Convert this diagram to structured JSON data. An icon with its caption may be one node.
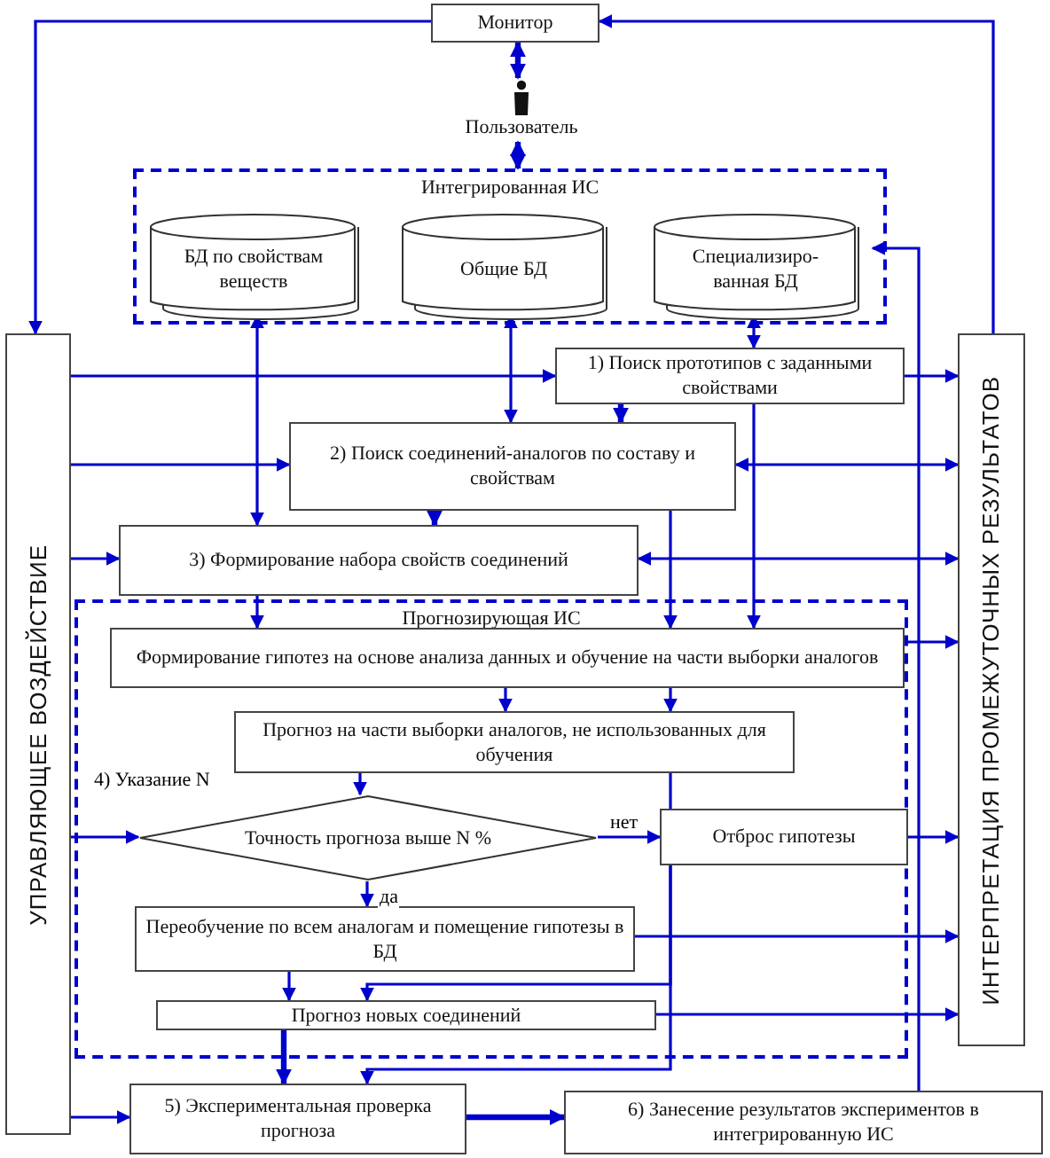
{
  "diagram": {
    "nodes": [
      {
        "text": [
          "Монитор"
        ]
      },
      {
        "text": [
          "Пользователь"
        ]
      },
      {
        "text": [
          "Интегрированная ИС"
        ]
      },
      {
        "text": [
          "БД по свойствам веществ"
        ],
        "in": 2
      },
      {
        "text": [
          "Общие БД"
        ],
        "in": 2
      },
      {
        "text": [
          "Специализиро- ванная БД"
        ],
        "in": 2
      },
      {
        "text": [
          "УПРАВЛЯЮЩЕЕ ВОЗДЕЙСТВИЕ"
        ]
      },
      {
        "text": [
          "ИНТЕРПРЕТАЦИЯ ПРОМЕЖУТОЧНЫХ РЕЗУЛЬТАТОВ"
        ]
      },
      {
        "text": [
          "1) Поиск прототипов с заданными свойствами"
        ]
      },
      {
        "text": [
          "2) Поиск соединений-аналогов по составу и свойствам"
        ]
      },
      {
        "text": [
          "3) Формирование набора свойств соединений"
        ]
      },
      {
        "text": [
          "Прогнозирующая ИС"
        ]
      },
      {
        "text": [
          "Формирование гипотез на основе анализа данных и обучение на части выборки аналогов"
        ],
        "in": 11
      },
      {
        "text": [
          "Прогноз на части выборки аналогов, не использованных для обучения"
        ],
        "in": 11
      },
      {
        "text": [
          "Точность прогноза выше N %"
        ],
        "in": 11
      },
      {
        "text": [
          "Отброс гипотезы"
        ],
        "in": 11
      },
      {
        "text": [
          "Переобучение по всем аналогам и помещение гипотезы в БД"
        ],
        "in": 11
      },
      {
        "text": [
          "Прогноз новых соединений"
        ],
        "in": 11
      },
      {
        "text": [
          "5) Экспериментальная проверка прогноза"
        ]
      },
      {
        "text": [
          "6) Занесение результатов экспериментов в интегрированную ИС"
        ]
      }
    ],
    "edges": [
      {
        "from": 0,
        "to": 6,
        "arrow": "to"
      },
      {
        "from": 7,
        "to": 0,
        "arrow": "to"
      },
      {
        "from": 0,
        "to": 1,
        "arrow": "both",
        "style": "thick"
      },
      {
        "from": 1,
        "to": 2,
        "arrow": "both",
        "style": "thick"
      },
      {
        "from": 3,
        "to": 10,
        "arrow": "both"
      },
      {
        "from": 4,
        "to": 9,
        "arrow": "both"
      },
      {
        "from": 5,
        "to": 8,
        "arrow": "both"
      },
      {
        "from": 8,
        "to": 12,
        "arrow": "to"
      },
      {
        "from": 6,
        "to": 8,
        "arrow": "to"
      },
      {
        "from": 6,
        "to": 9,
        "arrow": "to"
      },
      {
        "from": 6,
        "to": 10,
        "arrow": "to"
      },
      {
        "from": 8,
        "to": 7,
        "arrow": "to"
      },
      {
        "from": 9,
        "to": 7,
        "arrow": "both"
      },
      {
        "from": 10,
        "to": 7,
        "arrow": "both"
      },
      {
        "from": 8,
        "to": 9,
        "arrow": "to",
        "style": "thick"
      },
      {
        "from": 9,
        "to": 10,
        "arrow": "to",
        "style": "thick"
      },
      {
        "from": 9,
        "to": 12,
        "arrow": "to"
      },
      {
        "from": 10,
        "to": 12,
        "arrow": "to"
      },
      {
        "from": 12,
        "to": 7,
        "arrow": "to"
      },
      {
        "from": 12,
        "to": 13,
        "arrow": "to"
      },
      {
        "from": 12,
        "to": 13,
        "arrow": "to"
      },
      {
        "from": 13,
        "to": 14,
        "arrow": "to"
      },
      {
        "from": 6,
        "to": 14,
        "arrow": "to",
        "label": "4) Указание N"
      },
      {
        "from": 14,
        "to": 15,
        "arrow": "to",
        "label": "нет"
      },
      {
        "from": 14,
        "to": 16,
        "arrow": "to",
        "label": "да"
      },
      {
        "from": 13,
        "to": 15,
        "arrow": "none"
      },
      {
        "from": 15,
        "to": 7,
        "arrow": "to"
      },
      {
        "from": 16,
        "to": 7,
        "arrow": "to"
      },
      {
        "from": 16,
        "to": 17,
        "arrow": "to"
      },
      {
        "from": 15,
        "to": 17,
        "arrow": "to"
      },
      {
        "from": 17,
        "to": 7,
        "arrow": "to"
      },
      {
        "from": 15,
        "to": 18,
        "arrow": "to"
      },
      {
        "from": 17,
        "to": 18,
        "arrow": "to",
        "style": "thick"
      },
      {
        "from": 6,
        "to": 18,
        "arrow": "to"
      },
      {
        "from": 18,
        "to": 19,
        "arrow": "to",
        "style": "thick"
      },
      {
        "from": 19,
        "to": 5,
        "arrow": "to"
      }
    ]
  }
}
